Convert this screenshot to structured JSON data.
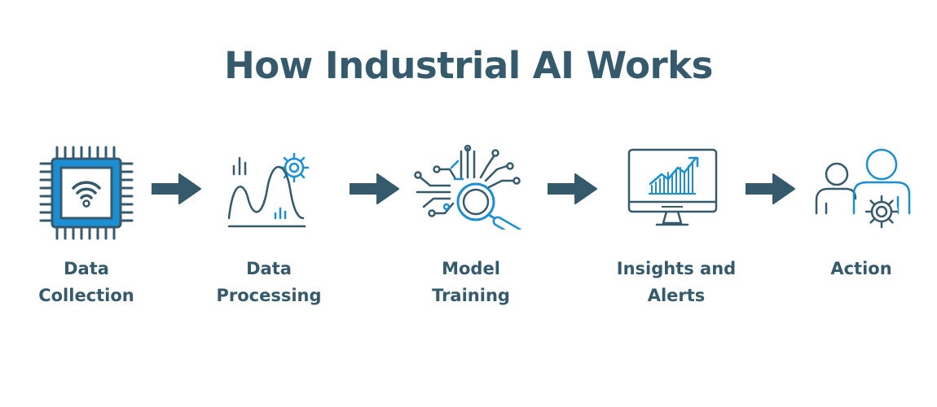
{
  "title": "How Industrial AI Works",
  "colors": {
    "dark": "#355a6c",
    "blue": "#1b8fd1",
    "background": "#ffffff"
  },
  "steps": [
    {
      "icon": "wifi-chip-icon",
      "label_line1": "Data",
      "label_line2": "Collection"
    },
    {
      "icon": "waveform-gear-icon",
      "label_line1": "Data",
      "label_line2": "Processing"
    },
    {
      "icon": "circuit-magnifier-icon",
      "label_line1": "Model",
      "label_line2": "Training"
    },
    {
      "icon": "monitor-chart-icon",
      "label_line1": "Insights and",
      "label_line2": "Alerts"
    },
    {
      "icon": "users-gear-icon",
      "label_line1": "Action",
      "label_line2": ""
    }
  ]
}
